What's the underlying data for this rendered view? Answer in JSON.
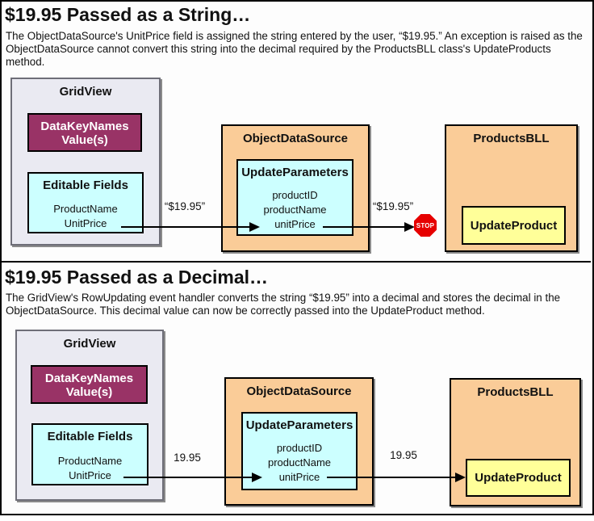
{
  "colors": {
    "gridview_fill": "#EAEAF2",
    "gridview_border": "#6E6E78",
    "datakeynames_fill": "#993366",
    "field_box_fill": "#CCFFFF",
    "source_box_fill": "#FACC98",
    "method_box_fill": "#FFFF99",
    "stop_sign_red": "#E60000",
    "arrow_color": "#000000"
  },
  "panel1": {
    "title": "$19.95 Passed as a String…",
    "description": "The ObjectDataSource's UnitPrice field is assigned the string entered by the user, “$19.95.” An exception is raised as the ObjectDataSource cannot convert this string into the decimal required by the ProductsBLL class's UpdateProducts method.",
    "gridview_label": "GridView",
    "datakeynames_line1": "DataKeyNames",
    "datakeynames_line2": "Value(s)",
    "editable_fields_label": "Editable Fields",
    "field1": "ProductName",
    "field2": "UnitPrice",
    "ods_label": "ObjectDataSource",
    "updateparams_label": "UpdateParameters",
    "param1": "productID",
    "param2": "productName",
    "param3": "unitPrice",
    "bll_label": "ProductsBLL",
    "updateproduct_label": "UpdateProduct",
    "value_out": "“$19.95”",
    "value_in": "“$19.95”",
    "stop_label": "STOP"
  },
  "panel2": {
    "title": "$19.95 Passed as a Decimal…",
    "description": "The GridView's RowUpdating event handler converts the string “$19.95” into a decimal and stores the decimal in the ObjectDataSource. This decimal value can now be correctly passed into the UpdateProduct method.",
    "gridview_label": "GridView",
    "datakeynames_line1": "DataKeyNames",
    "datakeynames_line2": "Value(s)",
    "editable_fields_label": "Editable Fields",
    "field1": "ProductName",
    "field2": "UnitPrice",
    "ods_label": "ObjectDataSource",
    "updateparams_label": "UpdateParameters",
    "param1": "productID",
    "param2": "productName",
    "param3": "unitPrice",
    "bll_label": "ProductsBLL",
    "updateproduct_label": "UpdateProduct",
    "value_out": "19.95",
    "value_in": "19.95"
  }
}
